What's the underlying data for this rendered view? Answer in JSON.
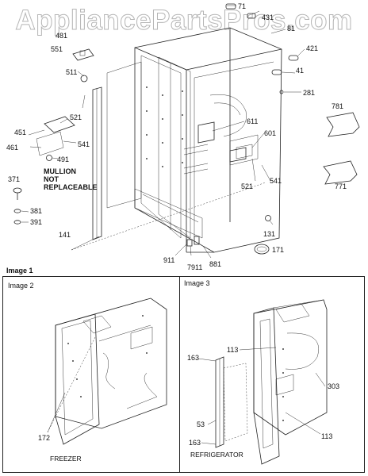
{
  "watermark": "AppliancePartsPros.com",
  "image1": {
    "title": "Image 1",
    "note_line1": "MULLION",
    "note_line2": "NOT",
    "note_line3": "REPLACEABLE",
    "labels": {
      "p71": "71",
      "p431": "431",
      "p81": "81",
      "p421": "421",
      "p41": "41",
      "p281": "281",
      "p781": "781",
      "p771": "771",
      "p611": "611",
      "p601": "601",
      "p521b": "521",
      "p541b": "541",
      "p131": "131",
      "p171": "171",
      "p881": "881",
      "p7911": "7911",
      "p911": "911",
      "p141": "141",
      "p391": "391",
      "p381": "381",
      "p371": "371",
      "p491": "491",
      "p461": "461",
      "p451": "451",
      "p521a": "521",
      "p541a": "541",
      "p511": "511",
      "p551": "551",
      "p481": "481"
    }
  },
  "image2": {
    "title": "Image 2",
    "caption": "FREEZER",
    "label_172": "172"
  },
  "image3": {
    "title": "Image 3",
    "caption": "REFRIGERATOR",
    "label_113a": "113",
    "label_163a": "163",
    "label_303": "303",
    "label_53": "53",
    "label_163b": "163",
    "label_113b": "113"
  }
}
